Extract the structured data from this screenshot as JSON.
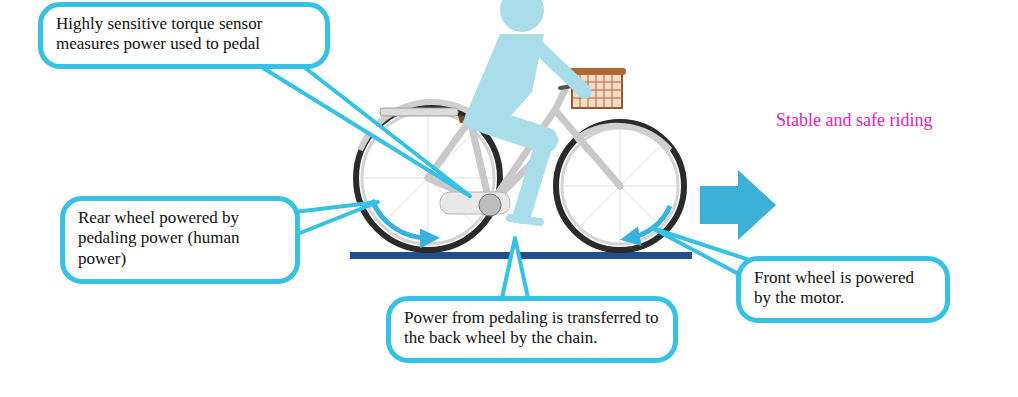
{
  "diagram": {
    "nodes": [
      {
        "text": [
          "Highly sensitive torque sensor measures power used to pedal"
        ]
      },
      {
        "text": [
          "Rear wheel powered by pedaling power (human power)"
        ]
      },
      {
        "text": [
          "Front wheel is powered by the motor."
        ]
      },
      {
        "text": [
          "Power from pedaling is transferred to the back wheel by the chain."
        ]
      }
    ],
    "labels": [
      "Stable and safe riding"
    ]
  }
}
